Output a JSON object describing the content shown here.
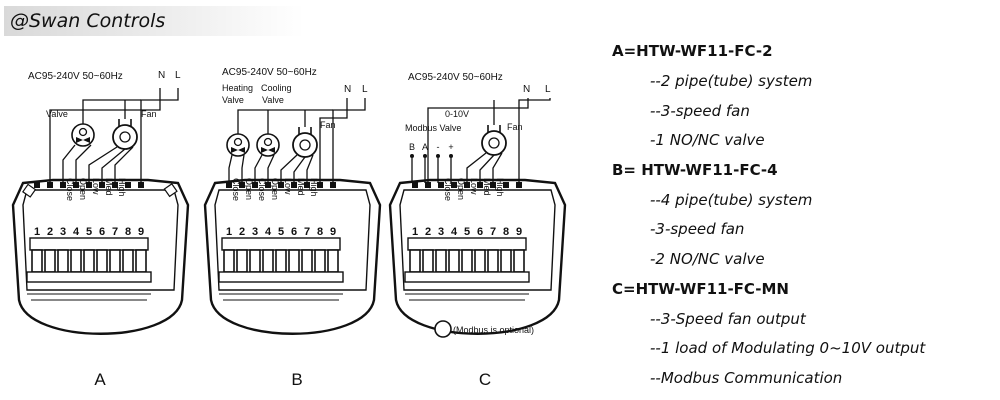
{
  "brand": "@Swan Controls",
  "units": [
    {
      "id": "A",
      "power": "AC95-240V  50~60Hz",
      "line_labels": [
        "N",
        "L"
      ],
      "valve_labels": [
        "Valve"
      ],
      "fan_label": "Fan",
      "terminal_labels": [
        "Close",
        "Open",
        "Low",
        "Med",
        "High"
      ],
      "terminals": [
        "1",
        "2",
        "3",
        "4",
        "5",
        "6",
        "7",
        "8",
        "9"
      ]
    },
    {
      "id": "B",
      "power": "AC95-240V  50~60Hz",
      "line_labels": [
        "N",
        "L"
      ],
      "valve_labels": [
        "Heating Valve",
        "Cooling Valve"
      ],
      "fan_label": "Fan",
      "terminal_labels": [
        "Close",
        "Open",
        "Close",
        "Open",
        "Low",
        "Med",
        "High"
      ],
      "terminals": [
        "1",
        "2",
        "3",
        "4",
        "5",
        "6",
        "7",
        "8",
        "9"
      ]
    },
    {
      "id": "C",
      "power": "AC95-240V  50~60Hz",
      "line_labels": [
        "N",
        "L"
      ],
      "valve_labels": [
        "0-10V",
        "Modbus Valve"
      ],
      "modbus_pins": [
        "B",
        "A",
        "-",
        "+"
      ],
      "fan_label": "Fan",
      "terminal_labels": [
        "Close",
        "Open",
        "Low",
        "Med",
        "High"
      ],
      "terminals": [
        "1",
        "2",
        "3",
        "4",
        "5",
        "6",
        "7",
        "8",
        "9"
      ],
      "note": "(Modbus is optional)"
    }
  ],
  "specs": [
    {
      "header": "A=HTW-WF11-FC-2",
      "items": [
        "--2 pipe(tube) system",
        "--3-speed fan",
        "-1 NO/NC valve"
      ]
    },
    {
      "header": "B= HTW-WF11-FC-4",
      "items": [
        "--4 pipe(tube) system",
        "-3-speed fan",
        "-2 NO/NC valve"
      ]
    },
    {
      "header": "C=HTW-WF11-FC-MN",
      "items": [
        "--3-Speed fan output",
        "--1 load of Modulating 0~10V output",
        "--Modbus Communication"
      ]
    }
  ]
}
